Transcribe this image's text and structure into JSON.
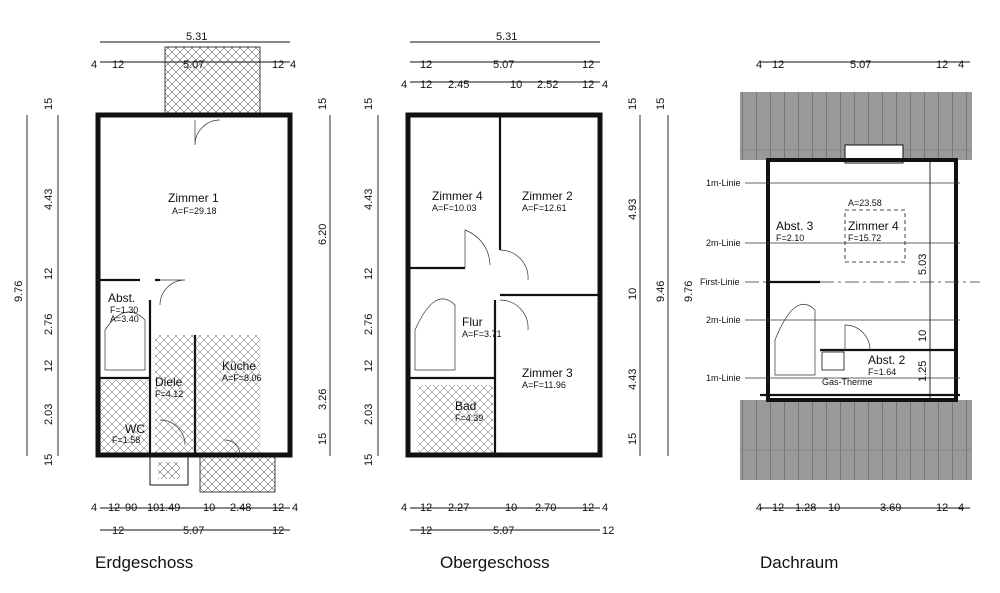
{
  "floors": [
    {
      "name": "Erdgeschoss",
      "top_dims": [
        "5.31",
        "4",
        "12",
        "5.07",
        "12",
        "4"
      ],
      "left_dims": [
        "15",
        "4.43",
        "12",
        "2.76",
        "12",
        "2.03",
        "15",
        "9.76"
      ],
      "right_dims": [
        "15",
        "6.20",
        "3.26",
        "15"
      ],
      "bottom_dims": [
        "4",
        "12",
        "90",
        "10",
        "1.49",
        "10",
        "2.48",
        "12",
        "4",
        "12",
        "5.07",
        "12"
      ],
      "rooms": [
        {
          "name": "Zimmer 1",
          "area": "A=F=29.18"
        },
        {
          "name": "Abst.",
          "area": "F=1.30",
          "area2": "A=3.40"
        },
        {
          "name": "Küche",
          "area": "A=F=8.06"
        },
        {
          "name": "Diele",
          "area": "F=4.12"
        },
        {
          "name": "WC",
          "area": "F=1.58"
        }
      ]
    },
    {
      "name": "Obergeschoss",
      "top_dims": [
        "5.31",
        "4",
        "12",
        "5.07",
        "12",
        "4",
        "12",
        "2.45",
        "10",
        "2.52",
        "12"
      ],
      "left_dims": [
        "15",
        "4.43",
        "12",
        "2.76",
        "12",
        "2.03",
        "15"
      ],
      "right_dims": [
        "15",
        "4.93",
        "10",
        "4.43",
        "15",
        "9.46",
        "9.76",
        "15"
      ],
      "bottom_dims": [
        "4",
        "12",
        "2.27",
        "10",
        "2.70",
        "12",
        "4",
        "12",
        "5.07",
        "12"
      ],
      "rooms": [
        {
          "name": "Zimmer 4",
          "area": "A=F=10.03"
        },
        {
          "name": "Zimmer 2",
          "area": "A=F=12.61"
        },
        {
          "name": "Flur",
          "area": "A=F=3.71"
        },
        {
          "name": "Zimmer 3",
          "area": "A=F=11.96"
        },
        {
          "name": "Bad",
          "area": "F=4.39"
        }
      ]
    },
    {
      "name": "Dachraum",
      "top_dims": [
        "4",
        "12",
        "5.07",
        "12",
        "4"
      ],
      "left_labels": [
        "1m-Linie",
        "2m-Linie",
        "First-Linie",
        "2m-Linie",
        "1m-Linie"
      ],
      "right_dims": [
        "5.03",
        "10",
        "1.25"
      ],
      "bottom_dims": [
        "4",
        "12",
        "1.28",
        "10",
        "3.69",
        "12",
        "4"
      ],
      "rooms": [
        {
          "name": "Abst. 3",
          "area": "F=2.10"
        },
        {
          "name": "Zimmer 4",
          "area": "F=15.72",
          "area2": "A=23.58"
        },
        {
          "name": "Abst. 2",
          "area": "F=1.64"
        }
      ],
      "labels": {
        "gas": "Gas-Therme"
      }
    }
  ]
}
